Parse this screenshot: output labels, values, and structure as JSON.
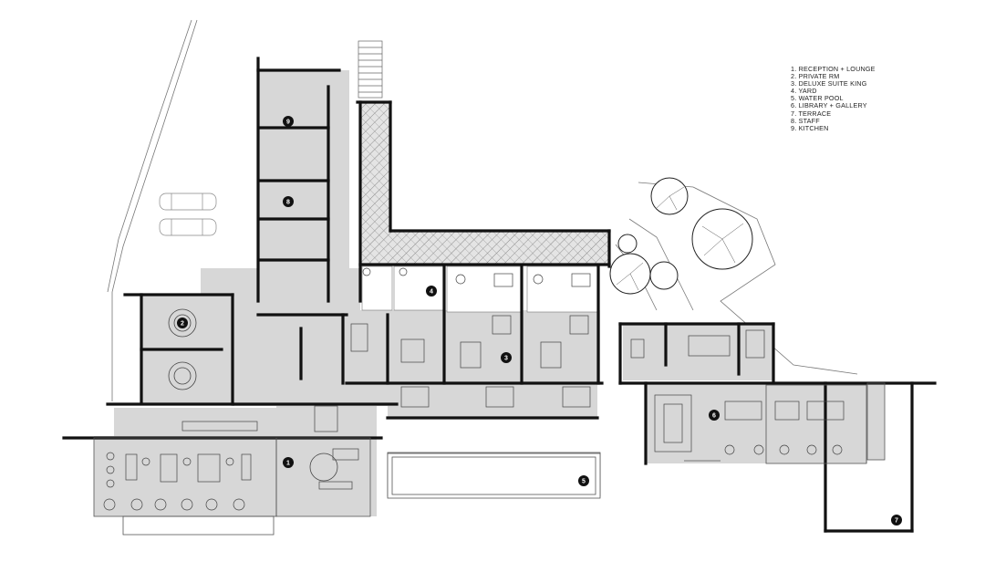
{
  "legend": [
    "1. RECEPTION + LOUNGE",
    "2. PRIVATE RM",
    "3. DELUXE SUITE KING",
    "4. YARD",
    "5. WATER POOL",
    "6. LIBRARY + GALLERY",
    "7. TERRACE",
    "8. STAFF",
    "9. KITCHEN"
  ],
  "markers": [
    "1",
    "2",
    "3",
    "4",
    "5",
    "6",
    "7",
    "8",
    "9"
  ],
  "colors": {
    "floor": "#d7d7d7",
    "wall": "#111111",
    "line": "#6a6a6a",
    "marker": "#111111",
    "hatch": "#8c8c8c"
  }
}
